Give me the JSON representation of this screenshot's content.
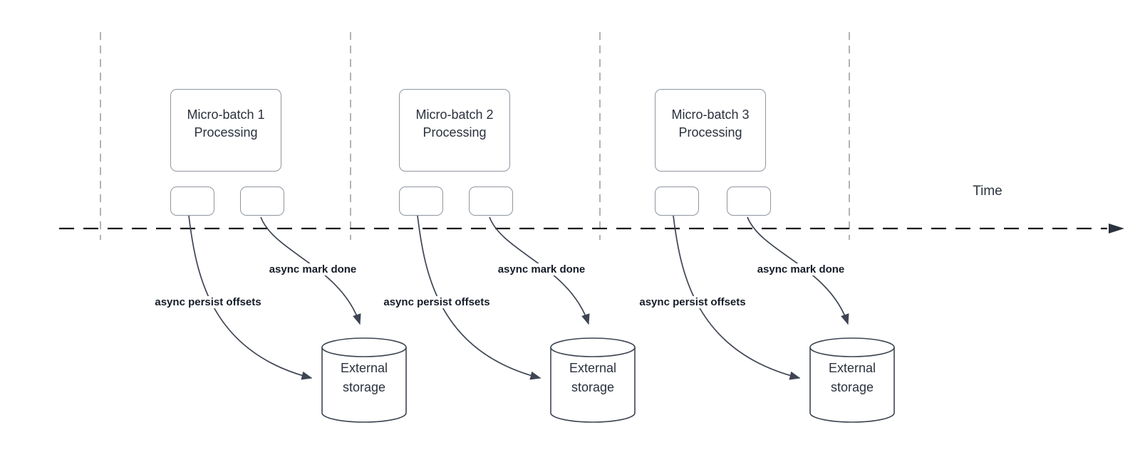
{
  "timeline": {
    "label": "Time"
  },
  "batches": [
    {
      "title_line1": "Micro-batch 1",
      "title_line2": "Processing",
      "persist_label": "async persist offsets",
      "mark_label": "async mark done",
      "storage_line1": "External",
      "storage_line2": "storage"
    },
    {
      "title_line1": "Micro-batch 2",
      "title_line2": "Processing",
      "persist_label": "async persist offsets",
      "mark_label": "async mark done",
      "storage_line1": "External",
      "storage_line2": "storage"
    },
    {
      "title_line1": "Micro-batch 3",
      "title_line2": "Processing",
      "persist_label": "async persist offsets",
      "mark_label": "async mark done",
      "storage_line1": "External",
      "storage_line2": "storage"
    }
  ],
  "colors": {
    "box_stroke": "#8f96a0",
    "arrow_stroke": "#3e4552",
    "timeline_stroke": "#1a1a1a",
    "gridline_stroke": "#a6a6a6",
    "text": "#2b313d",
    "label_text": "#151c28"
  }
}
